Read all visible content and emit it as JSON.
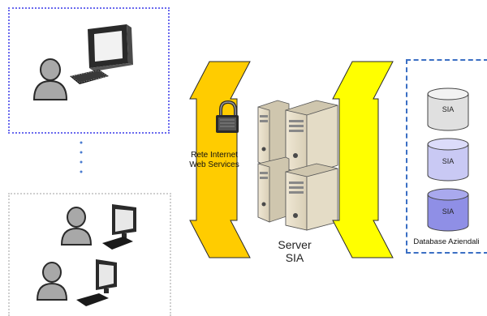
{
  "arrow_left": {
    "label_line1": "Rete Internet",
    "label_line2": "Web Services"
  },
  "server": {
    "label_line1": "Server",
    "label_line2": "SIA"
  },
  "databases": {
    "items": [
      {
        "label": "SIA",
        "color": "#e0e0e0"
      },
      {
        "label": "SIA",
        "color": "#c9c9f4"
      },
      {
        "label": "SIA",
        "color": "#8f8fe6"
      }
    ],
    "caption": "Database Aziendali"
  },
  "colors": {
    "arrow_left_fill": "#ffcc00",
    "arrow_right_fill": "#ffff00",
    "frame_top_border": "#6a6aee",
    "frame_bottom_border": "#cfcfcf",
    "frame_db_border": "#3b6fc4",
    "user_icon": "#a8a8a8"
  }
}
